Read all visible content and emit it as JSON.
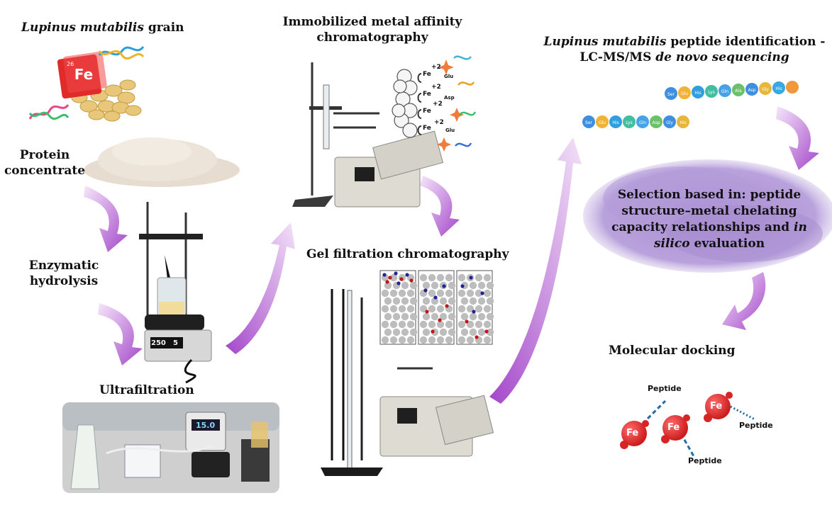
{
  "labels": {
    "grain_species": "Lupinus mutabilis",
    "grain_suffix": " grain",
    "protein": "Protein concentrate",
    "enzymatic": "Enzymatic hydrolysis",
    "ultrafiltration": "Ultrafiltration",
    "imac": "Immobilized metal affinity chromatography",
    "gel": "Gel filtration chromatography",
    "lcms_species": "Lupinus mutabilis",
    "lcms_suffix": " peptide identification -",
    "lcms_line2_prefix": "LC-MS/MS ",
    "lcms_line2_italic": "de novo sequencing",
    "selection_part1": "Selection based in: peptide structure–metal chelating capacity relationships and ",
    "selection_italic": "in silico",
    "selection_part2": " evaluation",
    "docking": "Molecular docking"
  },
  "element_tile": {
    "symbol": "Fe",
    "number": "26"
  },
  "imac_complex": {
    "charge": "+2",
    "metal": "Fe",
    "residues": [
      "Glu",
      "Asp",
      "",
      "Glu"
    ]
  },
  "peptide_chain_1": [
    "Ser",
    "Glu",
    "His",
    "Lys",
    "Gln",
    "Ala",
    "Asp",
    "Gly",
    "His",
    ""
  ],
  "peptide_chain_2": [
    "Ser",
    "Glu",
    "His",
    "Lys",
    "Gln",
    "Asp",
    "Gly",
    "His"
  ],
  "docking": {
    "metal": "Fe",
    "peptide_labels": [
      "Peptide",
      "Peptide",
      "Peptide"
    ]
  },
  "hotplate_display": {
    "temp": "250",
    "rpm": "5"
  },
  "pump_display": "15.0",
  "colors": {
    "arrow_light": "#f1dcf6",
    "arrow_dark": "#a347c9",
    "fe_red": "#e02b2b",
    "cloud": "#b69bd4",
    "bead_gray": "#bdbdbd",
    "dot_red": "#c01818",
    "dot_blue": "#22229a"
  },
  "icons": [
    "down-arrow-icon",
    "up-arrow-icon",
    "fe-atom-icon",
    "dna-helix-icon",
    "gel-column-icon"
  ]
}
